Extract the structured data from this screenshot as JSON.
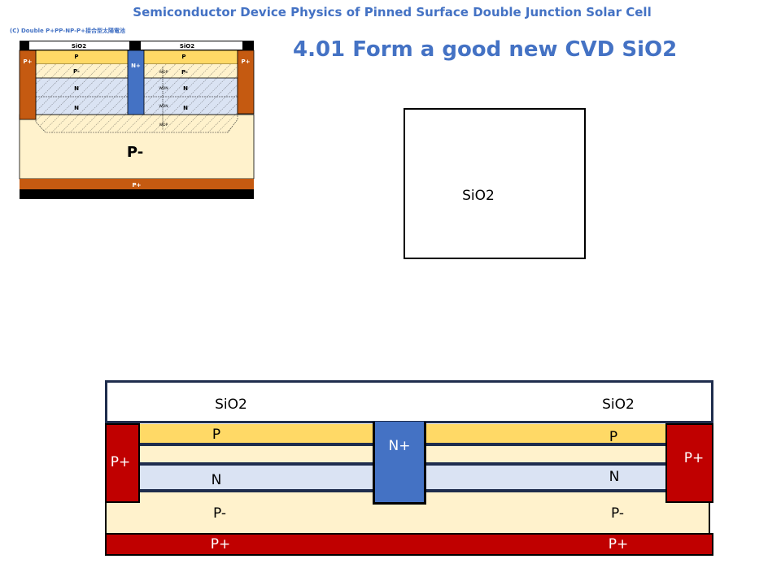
{
  "slide": {
    "title": "Semiconductor Device Physics of Pinned Surface Double Junction Solar Cell",
    "heading": "4.01  Form a good new CVD SiO2"
  },
  "thumbnail": {
    "caption": "(C) Double P+PP-NP-P+接合型太陽電池",
    "labels": {
      "sio2_left": "SiO2",
      "sio2_right": "SiO2",
      "p_left": "P",
      "p_right": "P",
      "pminus_left": "P-",
      "pminus_right": "P-",
      "n1_left": "N",
      "n2_left": "N",
      "n1_right": "N",
      "n2_right": "N",
      "nplus": "N+",
      "pplus_left": "P+",
      "pplus_right": "P+",
      "wdp_top": "WDP",
      "wdn_1": "WDN",
      "wdn_2": "WDN",
      "wdp_bottom": "WDP",
      "substrate": "P-",
      "bottom_pplus": "P+"
    }
  },
  "oxide_box": {
    "label": "SiO2"
  },
  "cross_section": {
    "sio2_left": "SiO2",
    "sio2_right": "SiO2",
    "p_left": "P",
    "p_right": "P",
    "n_left": "N",
    "n_right": "N",
    "pminus_left": "P-",
    "pminus_right": "P-",
    "nplus": "N+",
    "pplus_left": "P+",
    "pplus_right": "P+",
    "bottom_pplus_left": "P+",
    "bottom_pplus_right": "P+"
  },
  "colors": {
    "accent": "#4472c4",
    "p_layer": "#ffd966",
    "pminus": "#fff2cc",
    "n_layer": "#dae3f3",
    "nplus": "#4472c4",
    "pplus": "#c00000",
    "thumb_pplus": "#c55a11",
    "border": "#1f2d4d"
  }
}
